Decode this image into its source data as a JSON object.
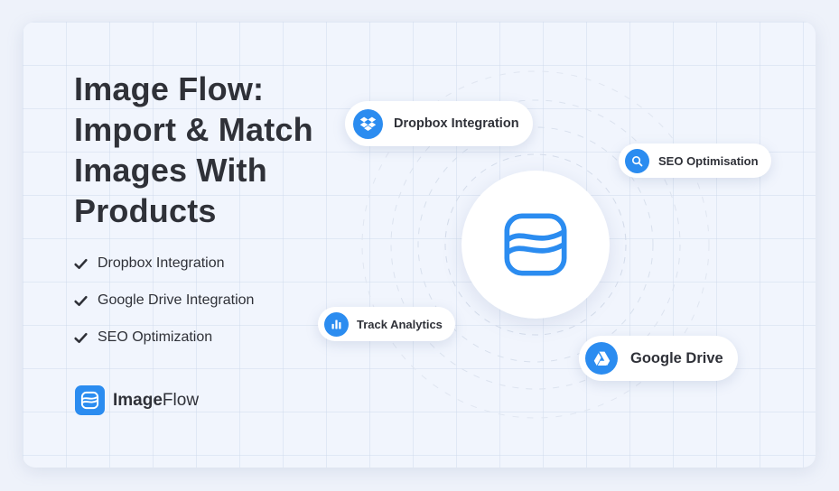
{
  "headline": {
    "lines": [
      "Image Flow:",
      "Import & Match",
      "Images With",
      "Products"
    ]
  },
  "features": [
    {
      "label": "Dropbox Integration"
    },
    {
      "label": "Google Drive Integration"
    },
    {
      "label": "SEO Optimization"
    }
  ],
  "brand": {
    "name_bold": "Image",
    "name_light": "Flow",
    "logo_icon": "imageflow-wave-icon"
  },
  "orbit": {
    "center_icon": "imageflow-wave-icon",
    "badges": [
      {
        "label": "Dropbox Integration",
        "icon": "dropbox-icon"
      },
      {
        "label": "SEO Optimisation",
        "icon": "search-icon"
      },
      {
        "label": "Track Analytics",
        "icon": "bar-chart-icon"
      },
      {
        "label": "Google Drive",
        "icon": "google-drive-icon"
      }
    ]
  },
  "colors": {
    "accent": "#2b8cf0",
    "text": "#2f3138",
    "background": "#f1f5fd"
  }
}
